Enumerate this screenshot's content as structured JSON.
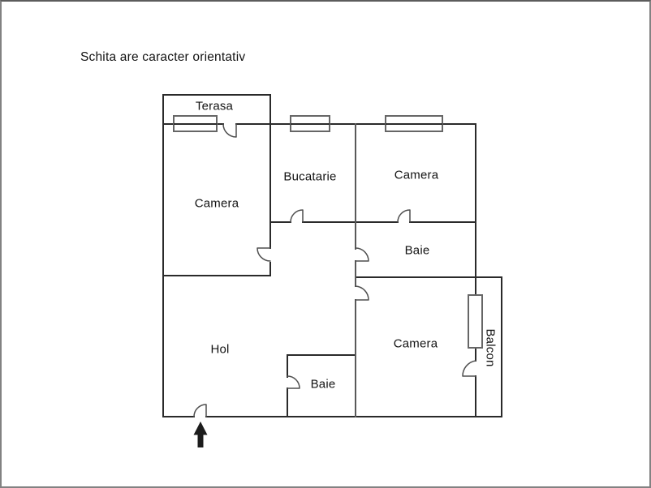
{
  "title": "Schita are caracter orientativ",
  "floor_plan": {
    "rooms": {
      "terasa": {
        "label": "Terasa"
      },
      "camera_stanga_sus": {
        "label": "Camera"
      },
      "bucatarie": {
        "label": "Bucatarie"
      },
      "camera_dreapta_sus": {
        "label": "Camera"
      },
      "baie_sus": {
        "label": "Baie"
      },
      "hol": {
        "label": "Hol"
      },
      "baie_jos": {
        "label": "Baie"
      },
      "camera_dreapta_jos": {
        "label": "Camera"
      },
      "balcon": {
        "label": "Balcon"
      }
    },
    "entrance_icon": "up-arrow",
    "colors": {
      "wall": "#2a2a2a",
      "partition": "#595959",
      "door": "#4f4f4f",
      "window_stroke": "#666666",
      "frame": "#828282",
      "text": "#131313"
    }
  }
}
